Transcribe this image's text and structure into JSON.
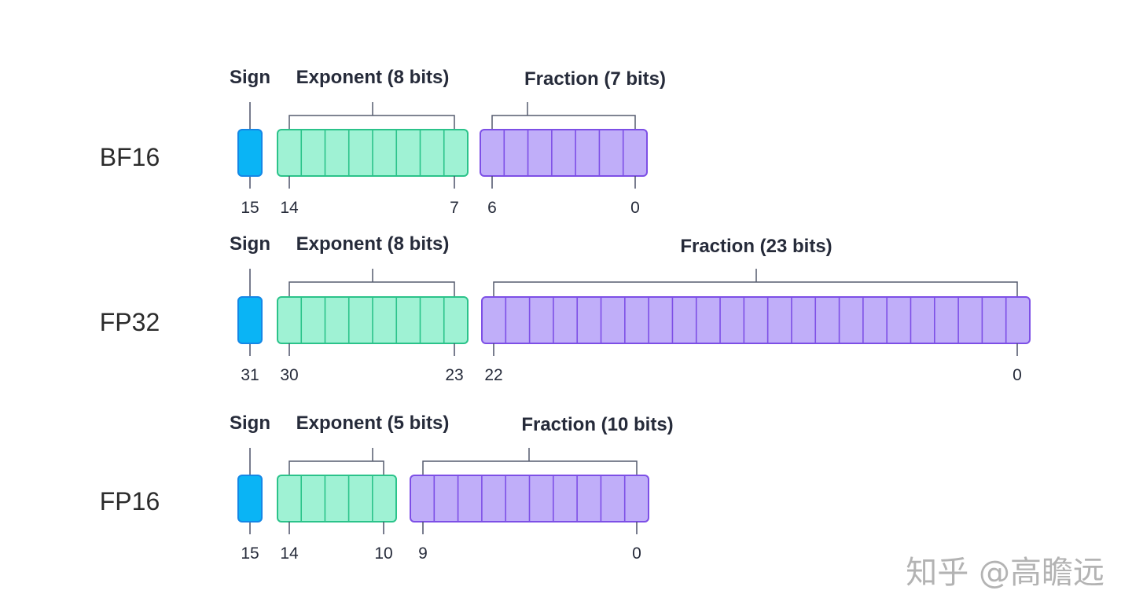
{
  "formats": [
    {
      "name": "BF16",
      "sign": {
        "label": "Sign",
        "bit": "15"
      },
      "exponent": {
        "label": "Exponent (8 bits)",
        "bits": 8,
        "high_bit": "14",
        "low_bit": "7"
      },
      "fraction": {
        "label": "Fraction (7 bits)",
        "bits": 7,
        "high_bit": "6",
        "low_bit": "0"
      }
    },
    {
      "name": "FP32",
      "sign": {
        "label": "Sign",
        "bit": "31"
      },
      "exponent": {
        "label": "Exponent (8 bits)",
        "bits": 8,
        "high_bit": "30",
        "low_bit": "23"
      },
      "fraction": {
        "label": "Fraction (23 bits)",
        "bits": 23,
        "high_bit": "22",
        "low_bit": "0"
      }
    },
    {
      "name": "FP16",
      "sign": {
        "label": "Sign",
        "bit": "15"
      },
      "exponent": {
        "label": "Exponent (5 bits)",
        "bits": 5,
        "high_bit": "14",
        "low_bit": "10"
      },
      "fraction": {
        "label": "Fraction (10 bits)",
        "bits": 10,
        "high_bit": "9",
        "low_bit": "0"
      }
    }
  ],
  "colors": {
    "sign_fill": "#0ab4f5",
    "sign_stroke": "#1487e6",
    "exponent_fill": "#9ff2d4",
    "exponent_stroke": "#2bc38a",
    "fraction_fill": "#c0aef9",
    "fraction_stroke": "#7d4fe6",
    "line": "#4a5068",
    "bracket": "#555b6e",
    "text": "#262b3a"
  },
  "watermark": "知乎 @高瞻远"
}
